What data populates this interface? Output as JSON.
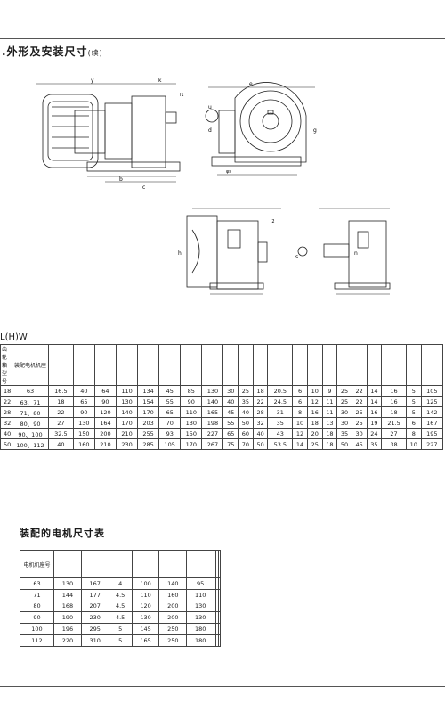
{
  "page": {
    "title": ".外形及安装尺寸",
    "title_suffix": "(续)",
    "subtitle": "L(H)W"
  },
  "drawing_labels": {
    "k": "k",
    "y": "y",
    "e": "e",
    "l1": "l1",
    "l2": "l2",
    "g": "g",
    "b": "b",
    "c": "c",
    "h": "h",
    "u": "u",
    "d": "d",
    "s": "s",
    "n": "n",
    "phi_s": "φs"
  },
  "main_table": {
    "headers": [
      "齿轮箱型号",
      "装配电机机座",
      "",
      "",
      "",
      "",
      "",
      "",
      "",
      "",
      "",
      "",
      "",
      "",
      "",
      "",
      "",
      "",
      "",
      "",
      "",
      "",
      "",
      ""
    ],
    "rows": [
      [
        "18",
        "63",
        "16.5",
        "40",
        "64",
        "110",
        "134",
        "45",
        "85",
        "130",
        "30",
        "25",
        "18",
        "20.5",
        "6",
        "10",
        "9",
        "25",
        "22",
        "14",
        "16",
        "5",
        "105"
      ],
      [
        "22",
        "63、71",
        "18",
        "65",
        "90",
        "130",
        "154",
        "55",
        "90",
        "140",
        "40",
        "35",
        "22",
        "24.5",
        "6",
        "12",
        "11",
        "25",
        "22",
        "14",
        "16",
        "5",
        "125"
      ],
      [
        "28",
        "71、80",
        "22",
        "90",
        "120",
        "140",
        "170",
        "65",
        "110",
        "165",
        "45",
        "40",
        "28",
        "31",
        "8",
        "16",
        "11",
        "30",
        "25",
        "16",
        "18",
        "5",
        "142"
      ],
      [
        "32",
        "80、90",
        "27",
        "130",
        "164",
        "170",
        "203",
        "70",
        "130",
        "198",
        "55",
        "50",
        "32",
        "35",
        "10",
        "18",
        "13",
        "30",
        "25",
        "19",
        "21.5",
        "6",
        "167"
      ],
      [
        "40",
        "90、100",
        "32.5",
        "150",
        "200",
        "210",
        "255",
        "93",
        "150",
        "227",
        "65",
        "60",
        "40",
        "43",
        "12",
        "20",
        "18",
        "35",
        "30",
        "24",
        "27",
        "8",
        "195"
      ],
      [
        "50",
        "100、112",
        "40",
        "160",
        "210",
        "230",
        "285",
        "105",
        "170",
        "267",
        "75",
        "70",
        "50",
        "53.5",
        "14",
        "25",
        "18",
        "50",
        "45",
        "35",
        "38",
        "10",
        "227"
      ]
    ]
  },
  "motor_section": {
    "title": "装配的电机尺寸表",
    "headers": [
      "电机机座号",
      "",
      "",
      "",
      "",
      "",
      "",
      "",
      "",
      ""
    ],
    "rows": [
      [
        "63",
        "130",
        "167",
        "4",
        "100",
        "140",
        "95",
        "",
        "",
        ""
      ],
      [
        "71",
        "144",
        "177",
        "4.5",
        "110",
        "160",
        "110",
        "",
        "",
        ""
      ],
      [
        "80",
        "168",
        "207",
        "4.5",
        "120",
        "200",
        "130",
        "",
        "",
        ""
      ],
      [
        "90",
        "190",
        "230",
        "4.5",
        "130",
        "200",
        "130",
        "",
        "",
        ""
      ],
      [
        "100",
        "196",
        "295",
        "5",
        "145",
        "250",
        "180",
        "",
        "",
        ""
      ],
      [
        "112",
        "220",
        "310",
        "5",
        "165",
        "250",
        "180",
        "",
        "",
        ""
      ]
    ]
  }
}
